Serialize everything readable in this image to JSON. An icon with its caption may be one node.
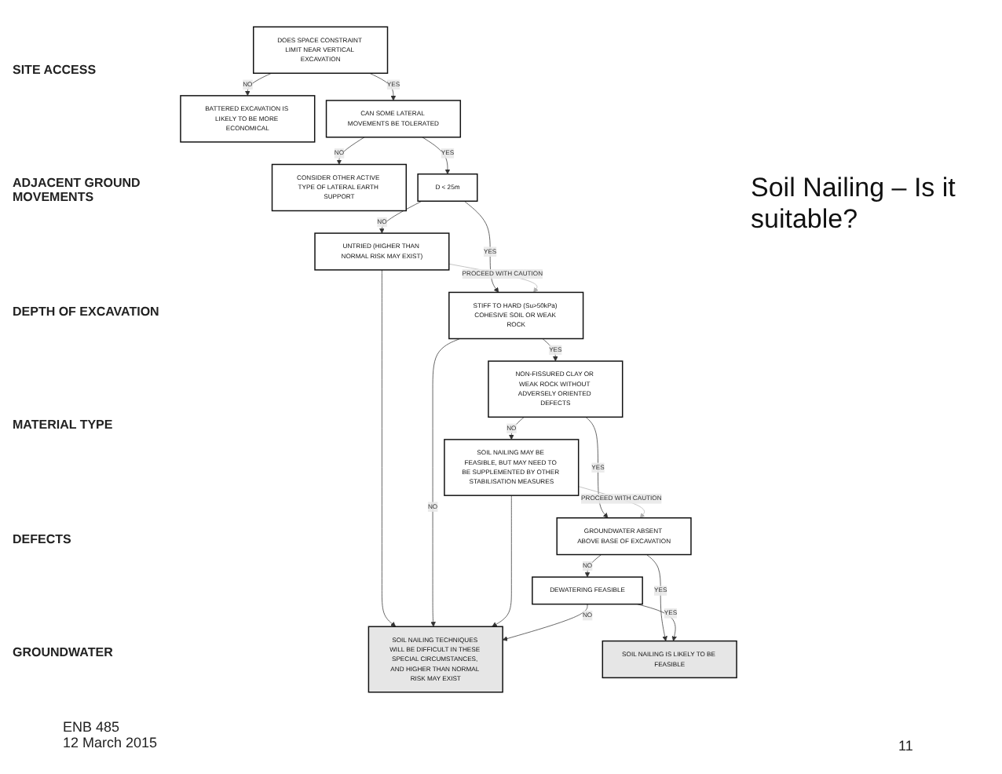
{
  "diagram": {
    "title": "Soil Nailing – Is it suitable?",
    "nodes": [
      {
        "text": [
          "DOES SPACE CONSTRAINT LIMIT NEAR VERTICAL EXCAVATION"
        ]
      },
      {
        "text": [
          "BATTERED EXCAVATION IS LIKELY TO BE MORE ECONOMICAL"
        ]
      },
      {
        "text": [
          "CAN SOME LATERAL MOVEMENTS BE TOLERATED"
        ]
      },
      {
        "text": [
          "CONSIDER OTHER ACTIVE TYPE OF LATERAL EARTH SUPPORT"
        ]
      },
      {
        "text": [
          "D < 25m"
        ]
      },
      {
        "text": [
          "UNTRIED (HIGHER THAN NORMAL RISK MAY EXIST)"
        ]
      },
      {
        "text": [
          "STIFF TO HARD (Su>50kPa) COHESIVE SOIL OR WEAK ROCK"
        ]
      },
      {
        "text": [
          "SOIL NAILING TECHNIQUES WILL BE DIFFICULT IN THESE SPECIAL CIRCUMSTANCES, AND HIGHER THAN NORMAL RISK MAY EXIST"
        ]
      },
      {
        "text": [
          "NON-FISSURED CLAY OR WEAK ROCK WITHOUT ADVERSELY ORIENTED DEFECTS"
        ]
      },
      {
        "text": [
          "SOIL NAILING MAY BE FEASIBLE, BUT MAY NEED TO BE SUPPLEMENTED BY OTHER STABILISATION MEASURES"
        ]
      },
      {
        "text": [
          "GROUNDWATER ABSENT ABOVE BASE OF EXCAVATION"
        ]
      },
      {
        "text": [
          "DEWATERING FEASIBLE"
        ]
      },
      {
        "text": [
          "SOIL NAILING IS LIKELY TO BE FEASIBLE"
        ]
      }
    ],
    "edges": [
      {
        "from": 0,
        "to": 1,
        "arrow": "to",
        "label": "NO"
      },
      {
        "from": 0,
        "to": 2,
        "arrow": "to",
        "label": "YES"
      },
      {
        "from": 2,
        "to": 3,
        "arrow": "to",
        "label": "NO"
      },
      {
        "from": 2,
        "to": 4,
        "arrow": "to",
        "label": "YES"
      },
      {
        "from": 4,
        "to": 5,
        "arrow": "to",
        "label": "NO"
      },
      {
        "from": 4,
        "to": 6,
        "arrow": "to",
        "label": "YES"
      },
      {
        "from": 5,
        "to": 6,
        "arrow": "to",
        "label": "PROCEED WITH CAUTION",
        "color": "#b0b0b0"
      },
      {
        "from": 5,
        "to": 7,
        "arrow": "to"
      },
      {
        "from": 6,
        "to": 7,
        "arrow": "to",
        "label": "NO"
      },
      {
        "from": 6,
        "to": 8,
        "arrow": "to",
        "label": "YES"
      },
      {
        "from": 8,
        "to": 9,
        "arrow": "to",
        "label": "NO"
      },
      {
        "from": 8,
        "to": 10,
        "arrow": "to",
        "label": "YES"
      },
      {
        "from": 9,
        "to": 7,
        "arrow": "to"
      },
      {
        "from": 9,
        "to": 10,
        "arrow": "to",
        "label": "PROCEED WITH CAUTION",
        "color": "#b0b0b0"
      },
      {
        "from": 10,
        "to": 11,
        "arrow": "to",
        "label": "NO"
      },
      {
        "from": 10,
        "to": 12,
        "arrow": "to",
        "label": "YES"
      },
      {
        "from": 11,
        "to": 12,
        "arrow": "to",
        "label": "YES"
      },
      {
        "from": 11,
        "to": 7,
        "arrow": "to",
        "label": "NO"
      }
    ],
    "labels": [
      "SITE ACCESS",
      "ADJACENT GROUND MOVEMENTS",
      "DEPTH OF EXCAVATION",
      "MATERIAL TYPE",
      "DEFECTS",
      "GROUNDWATER",
      "ENB 485",
      "12 March 2015",
      "11"
    ]
  }
}
